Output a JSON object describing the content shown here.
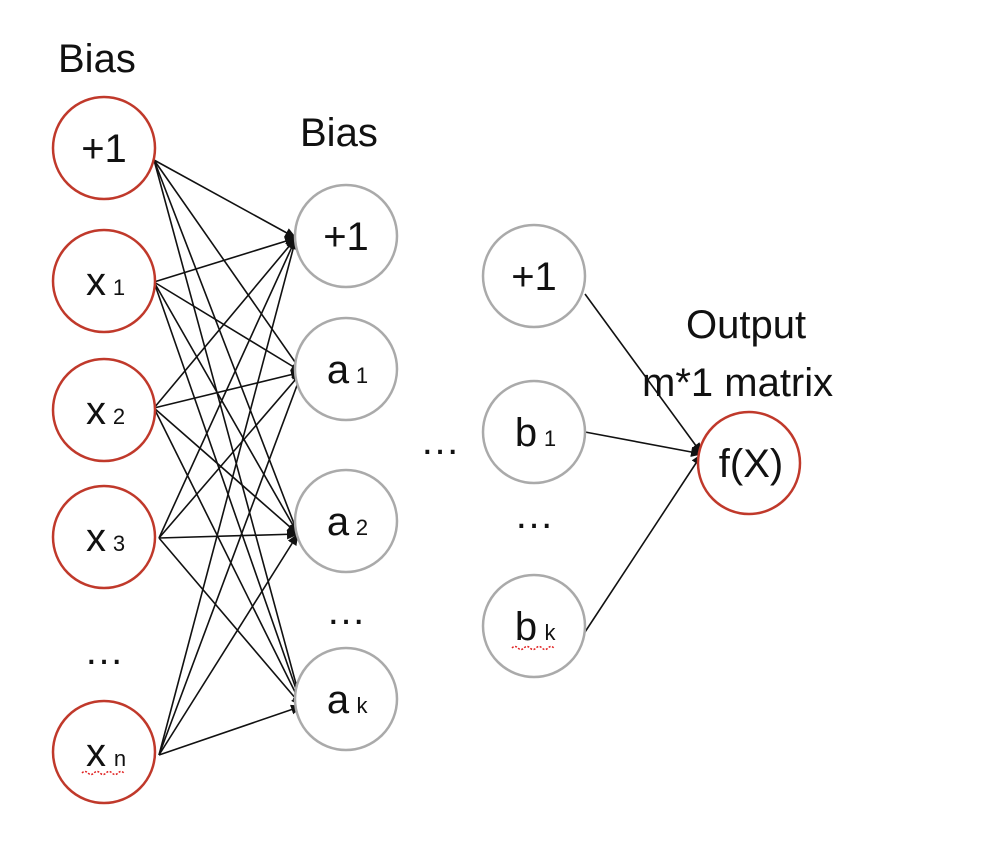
{
  "labels": {
    "bias_input": "Bias",
    "bias_hidden": "Bias",
    "output_line1": "Output",
    "output_line2": "m*1 matrix"
  },
  "input_layer": {
    "nodes": [
      {
        "id": "in-bias",
        "main": "+1",
        "sub": ""
      },
      {
        "id": "in-x1",
        "main": "x",
        "sub": "1"
      },
      {
        "id": "in-x2",
        "main": "x",
        "sub": "2"
      },
      {
        "id": "in-x3",
        "main": "x",
        "sub": "3"
      },
      {
        "id": "in-xn",
        "main": "x",
        "sub": "n"
      }
    ],
    "ellipsis": "…"
  },
  "hidden_layer_1": {
    "nodes": [
      {
        "id": "h1-bias",
        "main": "+1",
        "sub": ""
      },
      {
        "id": "h1-a1",
        "main": "a",
        "sub": "1"
      },
      {
        "id": "h1-a2",
        "main": "a",
        "sub": "2"
      },
      {
        "id": "h1-ak",
        "main": "a",
        "sub": "k"
      }
    ],
    "ellipsis": "…"
  },
  "between_layers_ellipsis": "…",
  "hidden_layer_last": {
    "nodes": [
      {
        "id": "hl-bias",
        "main": "+1",
        "sub": ""
      },
      {
        "id": "hl-b1",
        "main": "b",
        "sub": "1"
      },
      {
        "id": "hl-bk",
        "main": "b",
        "sub": "k"
      }
    ],
    "ellipsis": "…"
  },
  "output_node": {
    "id": "out-f",
    "main": "f(X)",
    "sub": ""
  },
  "colors": {
    "input_stroke": "#c0392b",
    "output_stroke": "#c0392b",
    "hidden_stroke": "#aaaaaa",
    "edge": "#111111",
    "spellcheck": "#e02020"
  }
}
